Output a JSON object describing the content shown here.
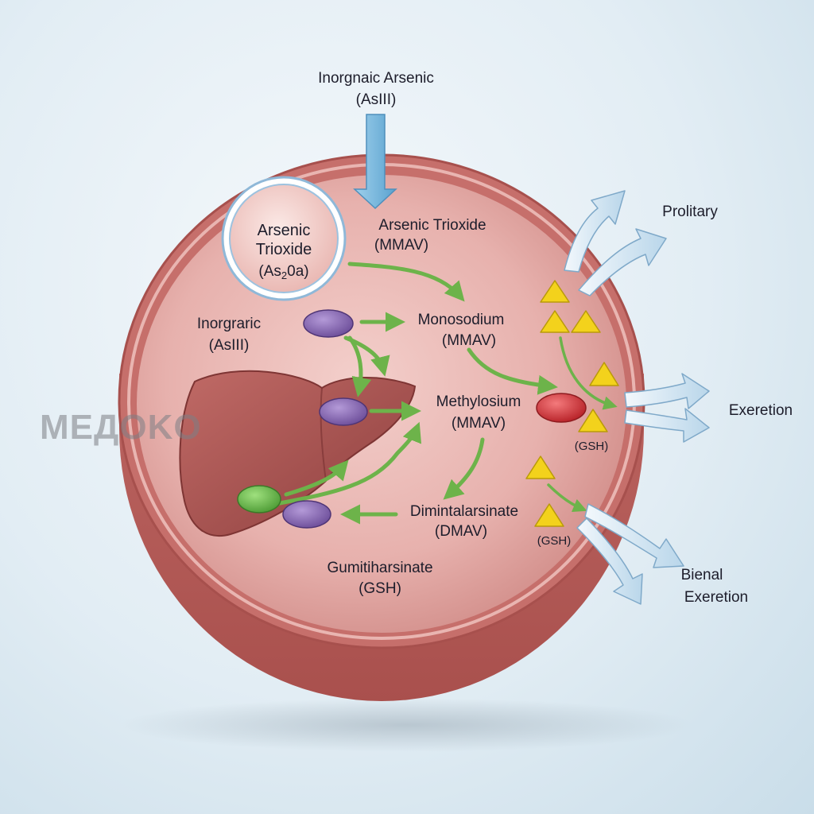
{
  "diagram": {
    "input": {
      "line1": "Inorgnaic Arsenic",
      "line2": "(AsIII)"
    },
    "compound_bubble": {
      "line1": "Arsenic",
      "line2": "Trioxide",
      "line3_prefix": "(As",
      "line3_sub": "2",
      "line3_suffix": "0a)"
    },
    "arsenic_trioxide": {
      "line1": "Arsenic Trioxide",
      "line2": "(MMAV)"
    },
    "inorganic_left": {
      "line1": "Inorgraric",
      "line2": "(AsIII)"
    },
    "monosodium": {
      "line1": "Monosodium",
      "line2": "(MMAV)"
    },
    "methylosium": {
      "line1": "Methylosium",
      "line2": "(MMAV)"
    },
    "dimintal": {
      "line1": "Dimintalarsinate",
      "line2": "(DMAV)"
    },
    "gumitih": {
      "line1": "Gumitiharsinate",
      "line2": "(GSH)"
    },
    "gsh_upper": "(GSH)",
    "gsh_lower": "(GSH)",
    "outputs": {
      "prolitary": "Prolitary",
      "excretion": "Exeretion",
      "bienal_line1": "Bienal",
      "bienal_line2": "Exeretion"
    },
    "watermark": "MEДOKO"
  },
  "colors": {
    "cell_fill": "#e6aeaa",
    "cell_rim": "#b85f5c",
    "liver": "#a8514f",
    "pathway_arrow": "#6db34a",
    "output_arrow": "#d7e8f3",
    "input_arrow": "#8fc3e3",
    "purple_molecule": "#8a6bb5",
    "green_molecule": "#6cbf4f",
    "red_molecule": "#d9353a",
    "gsh_triangle": "#f3d21c"
  },
  "icons": [
    "input-arrow-icon",
    "purple-molecule-icon",
    "green-molecule-icon",
    "red-molecule-icon",
    "gsh-triangle-icon",
    "liver-icon",
    "output-arrow-icon"
  ]
}
